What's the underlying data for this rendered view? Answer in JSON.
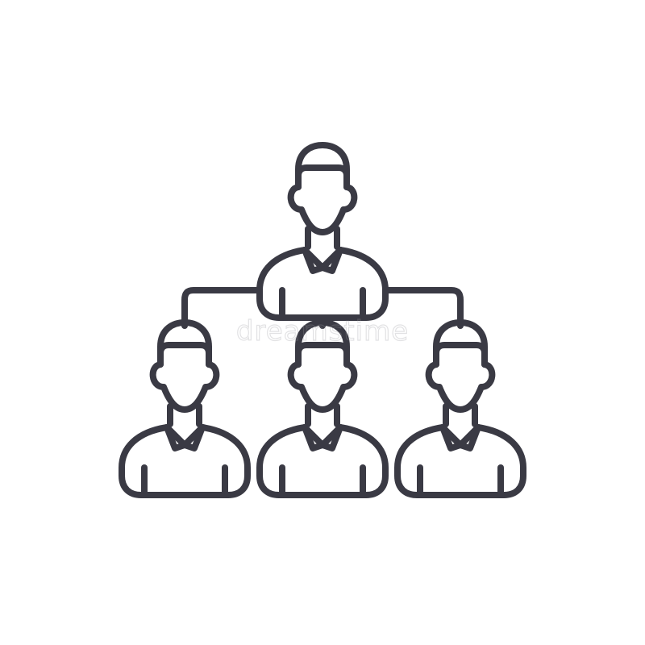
{
  "icon": {
    "name": "team-hierarchy-icon",
    "stroke_color": "#3a3a44",
    "background_color": "#ffffff",
    "people": [
      {
        "role": "leader"
      },
      {
        "role": "member-left"
      },
      {
        "role": "member-center"
      },
      {
        "role": "member-right"
      }
    ]
  },
  "watermark": {
    "text": "dreamstime",
    "color": "#9a9aa0"
  }
}
